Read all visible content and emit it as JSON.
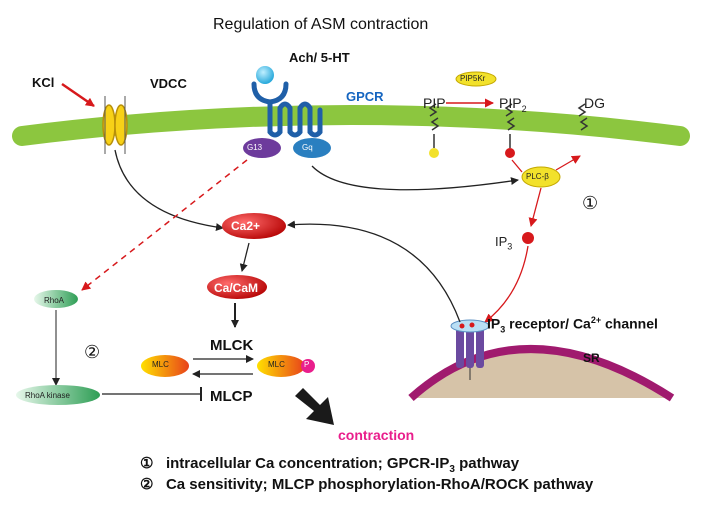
{
  "title": "Regulation of ASM contraction",
  "stimuli": {
    "kcl": "KCl",
    "vdcc": "VDCC",
    "agonist": "Ach/ 5-HT",
    "gpcr": "GPCR"
  },
  "g_proteins": {
    "g13": "G13",
    "gq": "Gq"
  },
  "membrane": {
    "pip": "PIP",
    "pip2_base": "PIP",
    "pip2_sub": "2",
    "dg": "DG",
    "pip5kr": "PIP5Kr"
  },
  "enzymes": {
    "plc": "PLC-β"
  },
  "messengers": {
    "ip3_base": "IP",
    "ip3_sub": "3",
    "ca2": "Ca2+",
    "cacam": "Ca/CaM"
  },
  "kinases": {
    "mlck": "MLCK",
    "mlcp": "MLCP",
    "mlc_1": "MLC",
    "mlc_2": "MLC",
    "p": "P"
  },
  "rho": {
    "rhoa": "RhoA",
    "rhoa_kinase": "RhoA kinase"
  },
  "receptor": {
    "ip3r_a": "IP",
    "ip3r_a_sub": "3",
    "ip3r_b": " receptor/ Ca",
    "ip3r_b_sup": "2+",
    "ip3r_c": " channel",
    "sr": "SR"
  },
  "outcome": "contraction",
  "markers": {
    "one": "①",
    "two": "②"
  },
  "legend": {
    "one_mark": "①",
    "one_a": "intracellular Ca concentration;  GPCR-IP",
    "one_sub": "3",
    "one_b": " pathway",
    "two_mark": "②",
    "two_text": "Ca sensitivity;  MLCP phosphorylation-RhoA/ROCK pathway"
  },
  "colors": {
    "membrane": "#8cc63f",
    "sr": "#a01a6e",
    "red": "#d7191c",
    "gpcr_blue": "#1f5fa8",
    "g13": "#6d3b9c",
    "gq": "#2a7fc0",
    "rhoa_green": "#2e9e55",
    "contraction": "#e91e8c"
  }
}
